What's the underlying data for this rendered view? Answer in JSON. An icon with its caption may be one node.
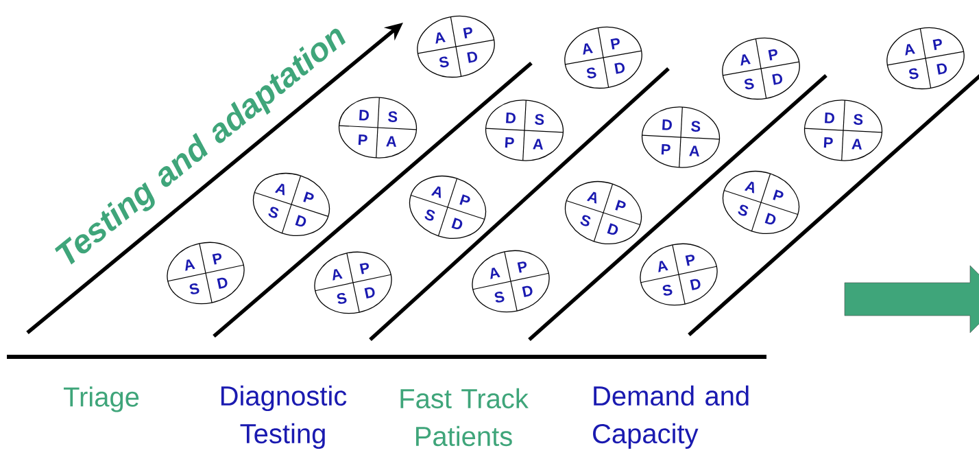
{
  "diagram": {
    "nodes": [
      {
        "text": [
          "A",
          "P",
          "S",
          "D"
        ]
      },
      {
        "text": [
          "A",
          "P",
          "S",
          "D"
        ]
      },
      {
        "text": [
          "D",
          "S",
          "P",
          "A"
        ]
      },
      {
        "text": [
          "A",
          "P",
          "S",
          "D"
        ]
      },
      {
        "text": [
          "A",
          "P",
          "S",
          "D"
        ]
      },
      {
        "text": [
          "A",
          "P",
          "S",
          "D"
        ]
      },
      {
        "text": [
          "D",
          "S",
          "P",
          "A"
        ]
      },
      {
        "text": [
          "A",
          "P",
          "S",
          "D"
        ]
      },
      {
        "text": [
          "A",
          "P",
          "S",
          "D"
        ]
      },
      {
        "text": [
          "A",
          "P",
          "S",
          "D"
        ]
      },
      {
        "text": [
          "D",
          "S",
          "P",
          "A"
        ]
      },
      {
        "text": [
          "A",
          "P",
          "S",
          "D"
        ]
      },
      {
        "text": [
          "A",
          "P",
          "S",
          "D"
        ]
      },
      {
        "text": [
          "A",
          "P",
          "S",
          "D"
        ]
      },
      {
        "text": [
          "D",
          "S",
          "P",
          "A"
        ]
      },
      {
        "text": [
          "A",
          "P",
          "S",
          "D"
        ]
      }
    ],
    "labels": [
      "Testing and adaptation",
      "Triage",
      "Diagnostic Testing",
      "Fast Track Patients",
      "Demand and Capacity"
    ]
  }
}
